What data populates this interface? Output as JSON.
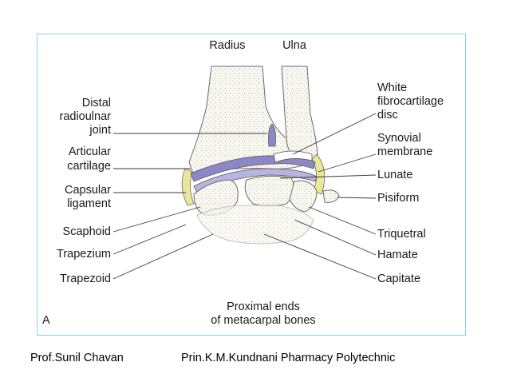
{
  "diagram": {
    "panel_letter": "A",
    "labels": {
      "radius": "Radius",
      "ulna": "Ulna",
      "distal_radioulnar_joint": [
        "Distal",
        "radioulnar",
        "joint"
      ],
      "articular_cartilage": [
        "Articular",
        "cartilage"
      ],
      "capsular_ligament": [
        "Capsular",
        "ligament"
      ],
      "scaphoid": "Scaphoid",
      "trapezium": "Trapezium",
      "trapezoid": "Trapezoid",
      "white_fibrocartilage_disc": [
        "White",
        "fibrocartilage",
        "disc"
      ],
      "synovial_membrane": [
        "Synovial",
        "membrane"
      ],
      "lunate": "Lunate",
      "pisiform": "Pisiform",
      "triquetral": "Triquetral",
      "hamate": "Hamate",
      "capitate": "Capitate",
      "metacarpals": [
        "Proximal ends",
        "of metacarpal bones"
      ]
    },
    "colors": {
      "bone": "#f7f6ef",
      "bone_outline": "#6b6b6b",
      "cartilage_purple": "#8c88c8",
      "capsule_yellow": "#e8e89a"
    }
  },
  "footer": {
    "author": "Prof.Sunil Chavan",
    "institution": "Prin.K.M.Kundnani Pharmacy Polytechnic"
  }
}
